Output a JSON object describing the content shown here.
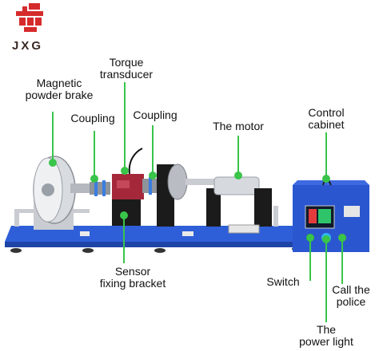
{
  "logo": {
    "text": "JXG",
    "color_red": "#d62b2b",
    "color_text": "#3a2a24"
  },
  "labels": {
    "magnetic_powder_brake": "Magnetic\npowder brake",
    "torque_transducer": "Torque\ntransducer",
    "coupling_left": "Coupling",
    "coupling_right": "Coupling",
    "the_motor": "The motor",
    "control_cabinet": "Control\ncabinet",
    "sensor_fixing_bracket": "Sensor\nfixing bracket",
    "switch": "Switch",
    "call_the_police": "Call the\npolice",
    "the_power_light": "The\npower light"
  },
  "colors": {
    "marker_green": "#39c44a",
    "base_blue": "#2f5fd8",
    "cabinet_blue": "#2a57d0",
    "transducer_red": "#a5283a",
    "bracket_black": "#1b1b1b",
    "metal_gray": "#c9ccd1"
  }
}
